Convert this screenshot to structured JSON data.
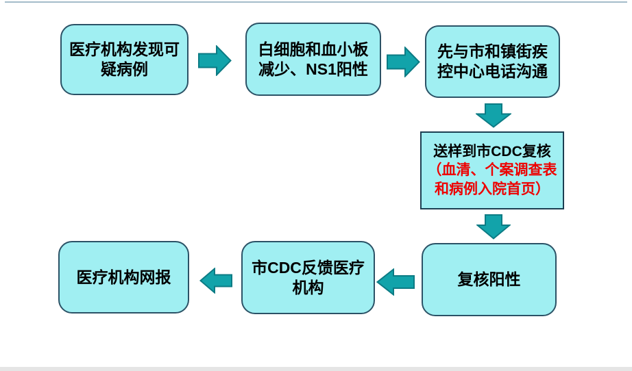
{
  "slide": {
    "background": "#FFFFFF",
    "top_rule_color": "#A3BCC9",
    "bottom_band_color": "#E5E5E5"
  },
  "palette": {
    "node_fill": "#A0EFF2",
    "node_border": "#2B5266",
    "rect_node_border": "#1C3F52",
    "arrow_fill": "#12A3AA",
    "arrow_border": "#0C7B84",
    "text_black": "#000000",
    "text_red": "#EE0000"
  },
  "flowchart": {
    "nodes": [
      {
        "id": "suspected-case",
        "shape": "rounded",
        "label": "医疗机构发现可疑病例"
      },
      {
        "id": "lab-findings",
        "shape": "rounded",
        "label": "白细胞和血小板减少、NS1阳性"
      },
      {
        "id": "phone-cdc",
        "shape": "rounded",
        "label": "先与市和镇街疾控中心电话沟通"
      },
      {
        "id": "send-sample",
        "shape": "rectangle",
        "label_black": "送样到市CDC复核",
        "label_red": "（血清、个案调查表和病例入院首页）"
      },
      {
        "id": "review-positive",
        "shape": "rounded",
        "label": "复核阳性"
      },
      {
        "id": "cdc-feedback",
        "shape": "rounded",
        "label": "市CDC反馈医疗机构"
      },
      {
        "id": "network-report",
        "shape": "rounded",
        "label": "医疗机构网报"
      }
    ],
    "edges": [
      {
        "from": "suspected-case",
        "to": "lab-findings",
        "direction": "right"
      },
      {
        "from": "lab-findings",
        "to": "phone-cdc",
        "direction": "right"
      },
      {
        "from": "phone-cdc",
        "to": "send-sample",
        "direction": "down"
      },
      {
        "from": "send-sample",
        "to": "review-positive",
        "direction": "down"
      },
      {
        "from": "review-positive",
        "to": "cdc-feedback",
        "direction": "left"
      },
      {
        "from": "cdc-feedback",
        "to": "network-report",
        "direction": "left"
      }
    ]
  }
}
